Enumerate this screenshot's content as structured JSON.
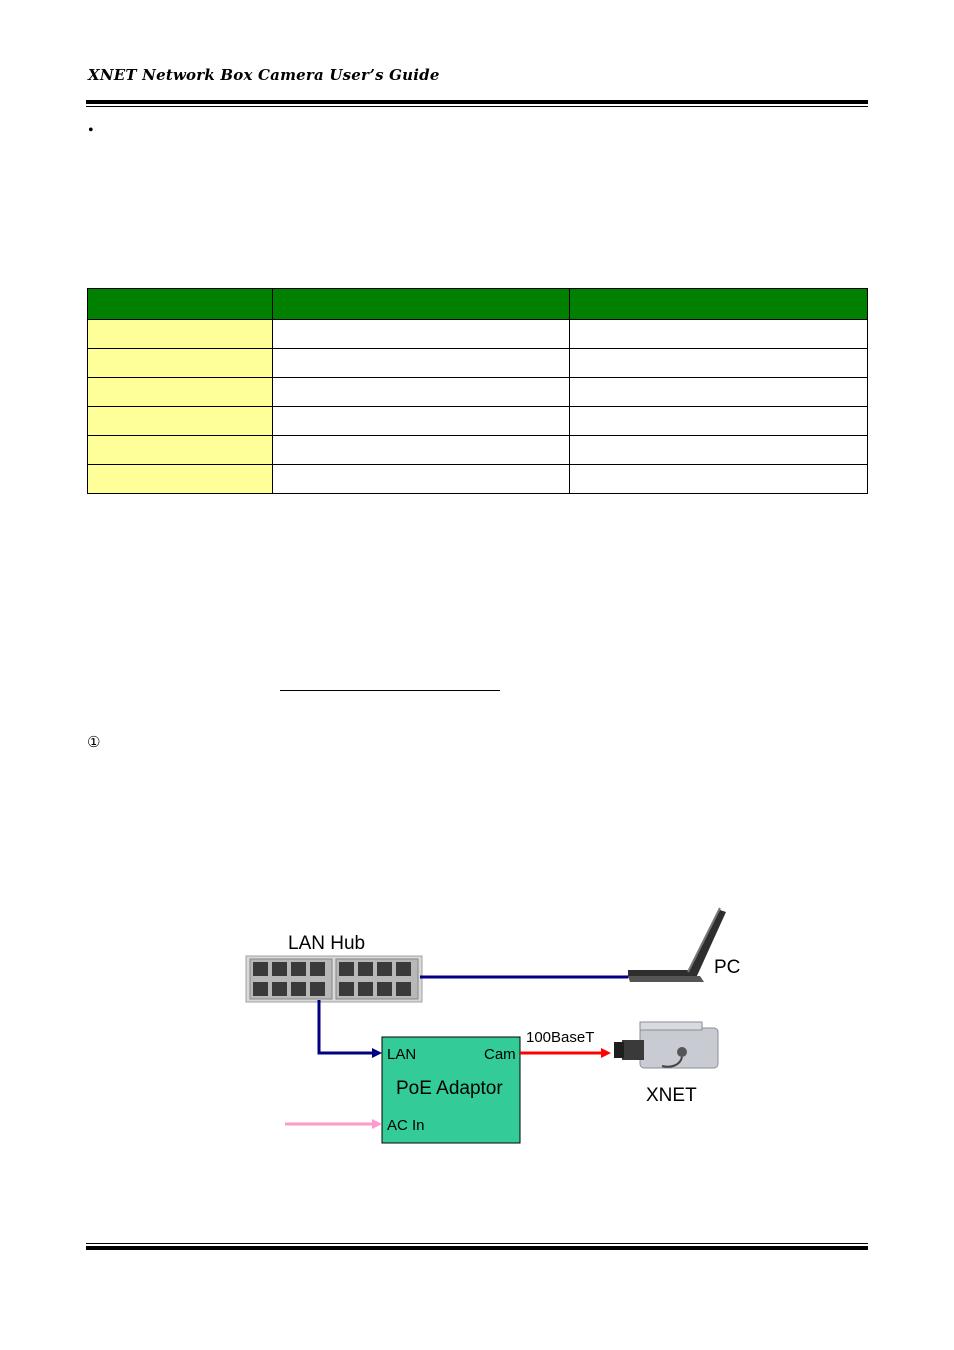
{
  "header": {
    "title": "XNET Network Box Camera User’s Guide"
  },
  "bullet": "•",
  "table": {
    "columns": [
      "",
      "",
      ""
    ],
    "rows": [
      [
        "",
        "",
        ""
      ],
      [
        "",
        "",
        ""
      ],
      [
        "",
        "",
        ""
      ],
      [
        "",
        "",
        ""
      ],
      [
        "",
        "",
        ""
      ],
      [
        "",
        "",
        ""
      ]
    ],
    "header_color": "#008000",
    "label_color": "#ffff99"
  },
  "step_marker": "①",
  "diagram": {
    "hub_label": "LAN Hub",
    "pc_label": "PC",
    "adaptor_label": "PoE Adaptor",
    "lan_port_label": "LAN",
    "cam_port_label": "Cam",
    "ac_in_label": "AC In",
    "link_label": "100BaseT",
    "camera_label": "XNET",
    "colors": {
      "lan_line": "#000080",
      "cam_line": "#ff0000",
      "ac_line": "#ff99cc",
      "adaptor_fill": "#33cc99"
    }
  }
}
